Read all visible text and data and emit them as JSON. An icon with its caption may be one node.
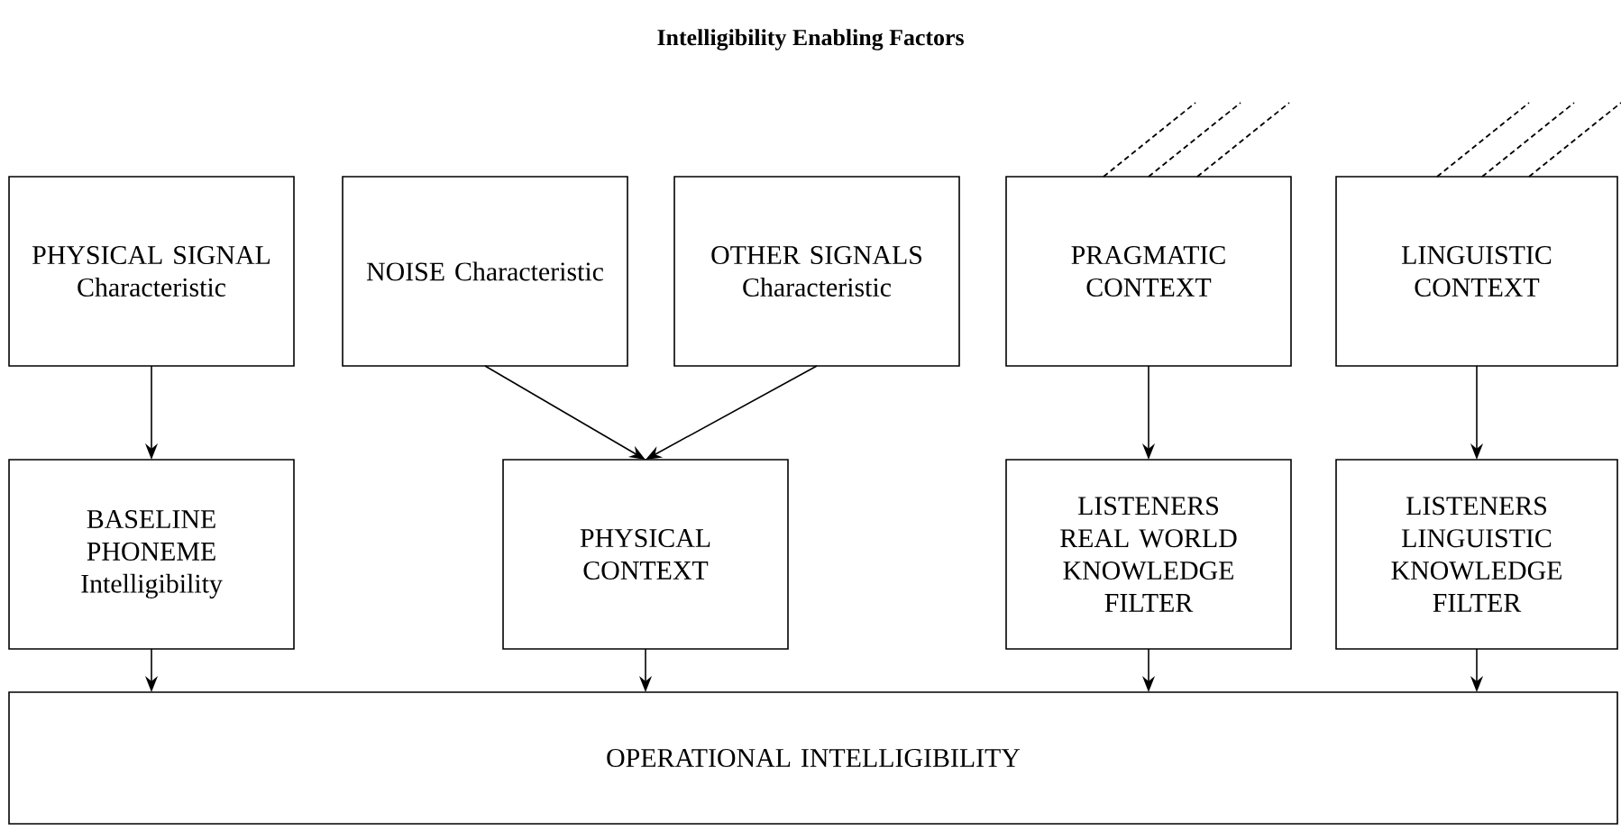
{
  "diagram": {
    "title": "Intelligibility Enabling Factors",
    "nodes": [
      {
        "text": [
          "PHYSICAL SIGNAL Characteristic"
        ]
      },
      {
        "text": [
          "NOISE Characteristic"
        ]
      },
      {
        "text": [
          "OTHER SIGNALS Characteristic"
        ]
      },
      {
        "text": [
          "PRAGMATIC CONTEXT"
        ]
      },
      {
        "text": [
          "LINGUISTIC CONTEXT"
        ]
      },
      {
        "text": [
          "BASELINE PHONEME Intelligibility"
        ]
      },
      {
        "text": [
          "PHYSICAL CONTEXT"
        ]
      },
      {
        "text": [
          "LISTENERS REAL WORLD KNOWLEDGE FILTER"
        ]
      },
      {
        "text": [
          "LISTENERS LINGUISTIC KNOWLEDGE FILTER"
        ]
      },
      {
        "text": [
          "OPERATIONAL INTELLIGIBILITY"
        ]
      }
    ],
    "edges": [
      {
        "from": 0,
        "to": 5,
        "arrow": "to"
      },
      {
        "from": 1,
        "to": 6,
        "arrow": "to"
      },
      {
        "from": 2,
        "to": 6,
        "arrow": "to"
      },
      {
        "from": 3,
        "to": 7,
        "arrow": "to"
      },
      {
        "from": 4,
        "to": 8,
        "arrow": "to"
      },
      {
        "from": 5,
        "to": 9,
        "arrow": "to"
      },
      {
        "from": 6,
        "to": 9,
        "arrow": "to"
      },
      {
        "from": 7,
        "to": 9,
        "arrow": "to"
      },
      {
        "from": 8,
        "to": 9,
        "arrow": "to"
      }
    ]
  }
}
